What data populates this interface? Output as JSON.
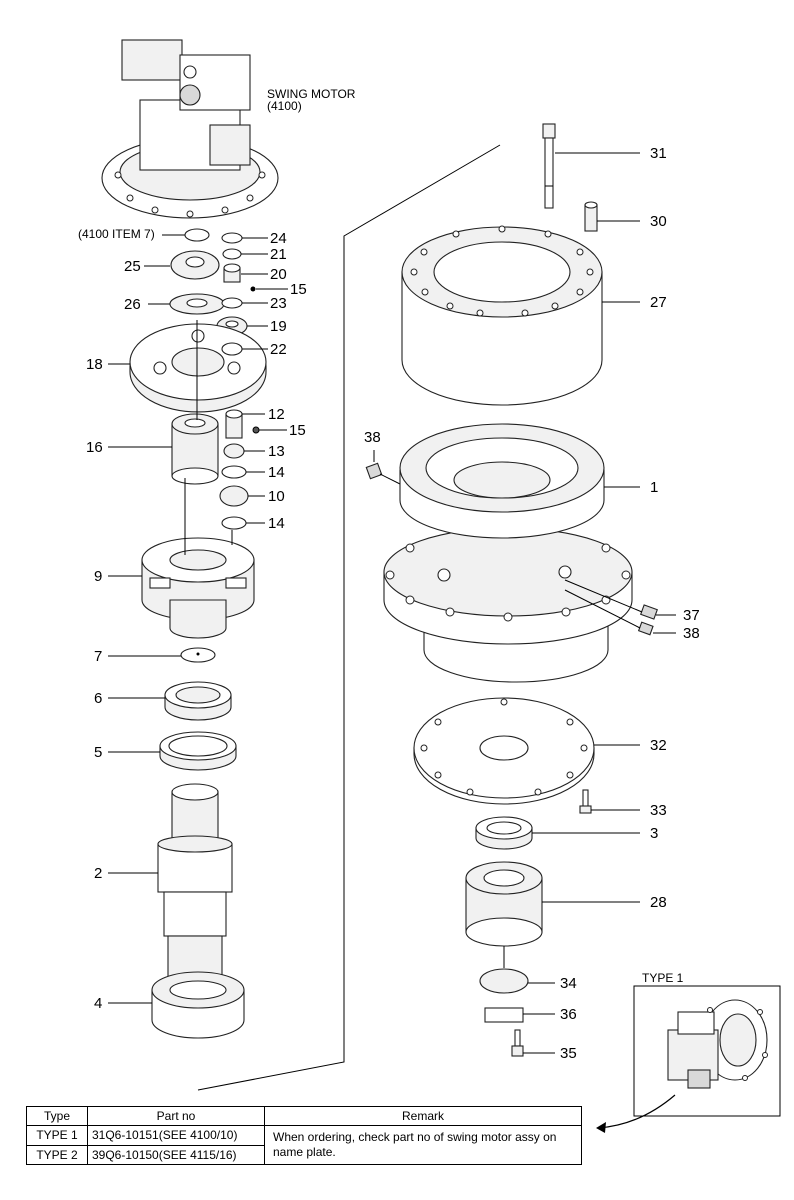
{
  "header": {
    "swing_motor_title": "SWING MOTOR",
    "swing_motor_code": "(4100)",
    "item7_ref": "(4100 ITEM 7)"
  },
  "callouts": {
    "left": [
      "24",
      "21",
      "25",
      "20",
      "15",
      "26",
      "23",
      "19",
      "18",
      "22",
      "12",
      "15",
      "16",
      "13",
      "14",
      "10",
      "14",
      "9",
      "7",
      "6",
      "5",
      "2",
      "4"
    ],
    "right": [
      "31",
      "30",
      "27",
      "38",
      "1",
      "37",
      "38",
      "32",
      "33",
      "3",
      "28",
      "34",
      "36",
      "35"
    ]
  },
  "inset": {
    "title": "TYPE 1"
  },
  "table": {
    "headers": [
      "Type",
      "Part no",
      "Remark"
    ],
    "rows": [
      {
        "type": "TYPE 1",
        "part_no": "31Q6-10151(SEE 4100/10)"
      },
      {
        "type": "TYPE 2",
        "part_no": "39Q6-10150(SEE 4115/16)"
      }
    ],
    "remark": "When ordering, check part no of swing motor assy on name plate."
  }
}
